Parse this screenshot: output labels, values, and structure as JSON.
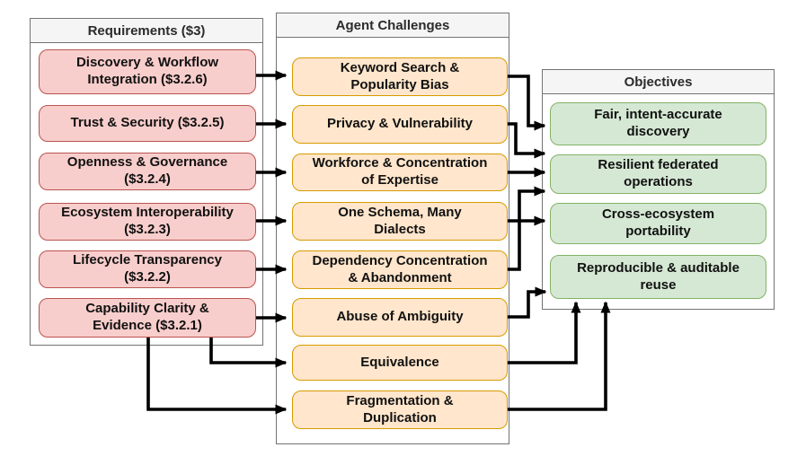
{
  "columns": {
    "requirements": {
      "title": "Requirements ($3)",
      "boxes": [
        {
          "label": "Discovery & Workflow\nIntegration ($3.2.6)"
        },
        {
          "label": "Trust & Security ($3.2.5)"
        },
        {
          "label": "Openness & Governance\n($3.2.4)"
        },
        {
          "label": "Ecosystem Interoperability\n($3.2.3)"
        },
        {
          "label": "Lifecycle Transparency\n($3.2.2)"
        },
        {
          "label": "Capability Clarity &\nEvidence ($3.2.1)"
        }
      ]
    },
    "challenges": {
      "title": "Agent Challenges",
      "boxes": [
        {
          "label": "Keyword Search &\nPopularity Bias"
        },
        {
          "label": "Privacy & Vulnerability"
        },
        {
          "label": "Workforce & Concentration\nof Expertise"
        },
        {
          "label": "One Schema, Many\nDialects"
        },
        {
          "label": "Dependency Concentration\n& Abandonment"
        },
        {
          "label": "Abuse of Ambiguity"
        },
        {
          "label": "Equivalence"
        },
        {
          "label": "Fragmentation &\nDuplication"
        }
      ]
    },
    "objectives": {
      "title": "Objectives",
      "boxes": [
        {
          "label": "Fair, intent-accurate\ndiscovery"
        },
        {
          "label": "Resilient federated\noperations"
        },
        {
          "label": "Cross-ecosystem\nportability"
        },
        {
          "label": "Reproducible & auditable\nreuse"
        }
      ]
    }
  },
  "edges": [
    {
      "from": "Discovery & Workflow Integration ($3.2.6)",
      "to": "Keyword Search & Popularity Bias"
    },
    {
      "from": "Trust & Security ($3.2.5)",
      "to": "Privacy & Vulnerability"
    },
    {
      "from": "Openness & Governance ($3.2.4)",
      "to": "Workforce & Concentration of Expertise"
    },
    {
      "from": "Ecosystem Interoperability ($3.2.3)",
      "to": "One Schema, Many Dialects"
    },
    {
      "from": "Lifecycle Transparency ($3.2.2)",
      "to": "Dependency Concentration & Abandonment"
    },
    {
      "from": "Capability Clarity & Evidence ($3.2.1)",
      "to": "Abuse of Ambiguity"
    },
    {
      "from": "Capability Clarity & Evidence ($3.2.1)",
      "to": "Equivalence"
    },
    {
      "from": "Capability Clarity & Evidence ($3.2.1)",
      "to": "Fragmentation & Duplication"
    },
    {
      "from": "Keyword Search & Popularity Bias",
      "to": "Fair, intent-accurate discovery"
    },
    {
      "from": "Privacy & Vulnerability",
      "to": "Resilient federated operations"
    },
    {
      "from": "Workforce & Concentration of Expertise",
      "to": "Resilient federated operations"
    },
    {
      "from": "Dependency Concentration & Abandonment",
      "to": "Resilient federated operations"
    },
    {
      "from": "One Schema, Many Dialects",
      "to": "Cross-ecosystem portability"
    },
    {
      "from": "Abuse of Ambiguity",
      "to": "Reproducible & auditable reuse"
    },
    {
      "from": "Equivalence",
      "to": "Reproducible & auditable reuse"
    },
    {
      "from": "Fragmentation & Duplication",
      "to": "Reproducible & auditable reuse"
    }
  ],
  "colors": {
    "background": "#FFFFFF",
    "requirement_fill": "#F8CECC",
    "requirement_stroke": "#B85450",
    "challenge_fill": "#FFE6CC",
    "challenge_stroke": "#D79B00",
    "objective_fill": "#D5E8D4",
    "objective_stroke": "#82B366",
    "header_fill": "#F5F5F5",
    "container_stroke": "#737373",
    "arrow": "#000000"
  }
}
